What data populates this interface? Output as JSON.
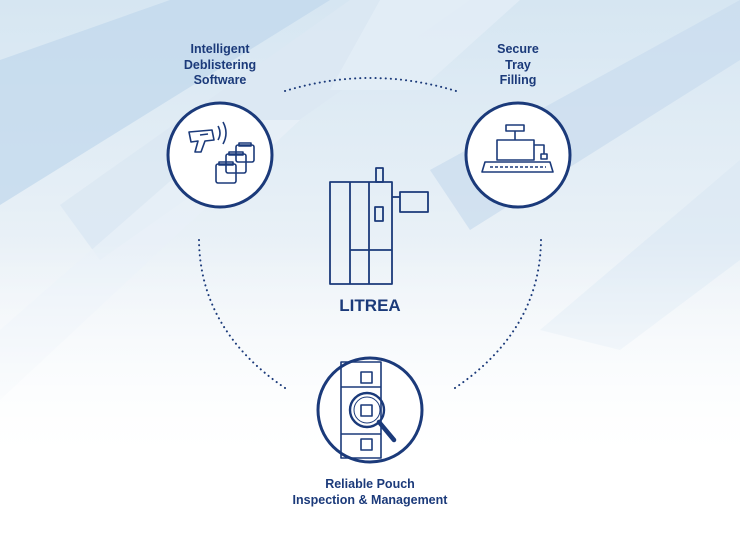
{
  "colors": {
    "primary": "#1b3a7a",
    "background_top": "#d3e4f0",
    "background_bottom": "#ffffff"
  },
  "center": {
    "title": "LITREA",
    "icon": "pharmacy-cabinet-icon"
  },
  "nodes": [
    {
      "label": "Intelligent\nDeblistering\nSoftware",
      "icon": "scanner-bottles-icon"
    },
    {
      "label": "Secure\nTray\nFilling",
      "icon": "tray-dispenser-icon"
    },
    {
      "label": "Reliable Pouch\nInspection & Management",
      "icon": "pouch-inspection-icon"
    }
  ]
}
